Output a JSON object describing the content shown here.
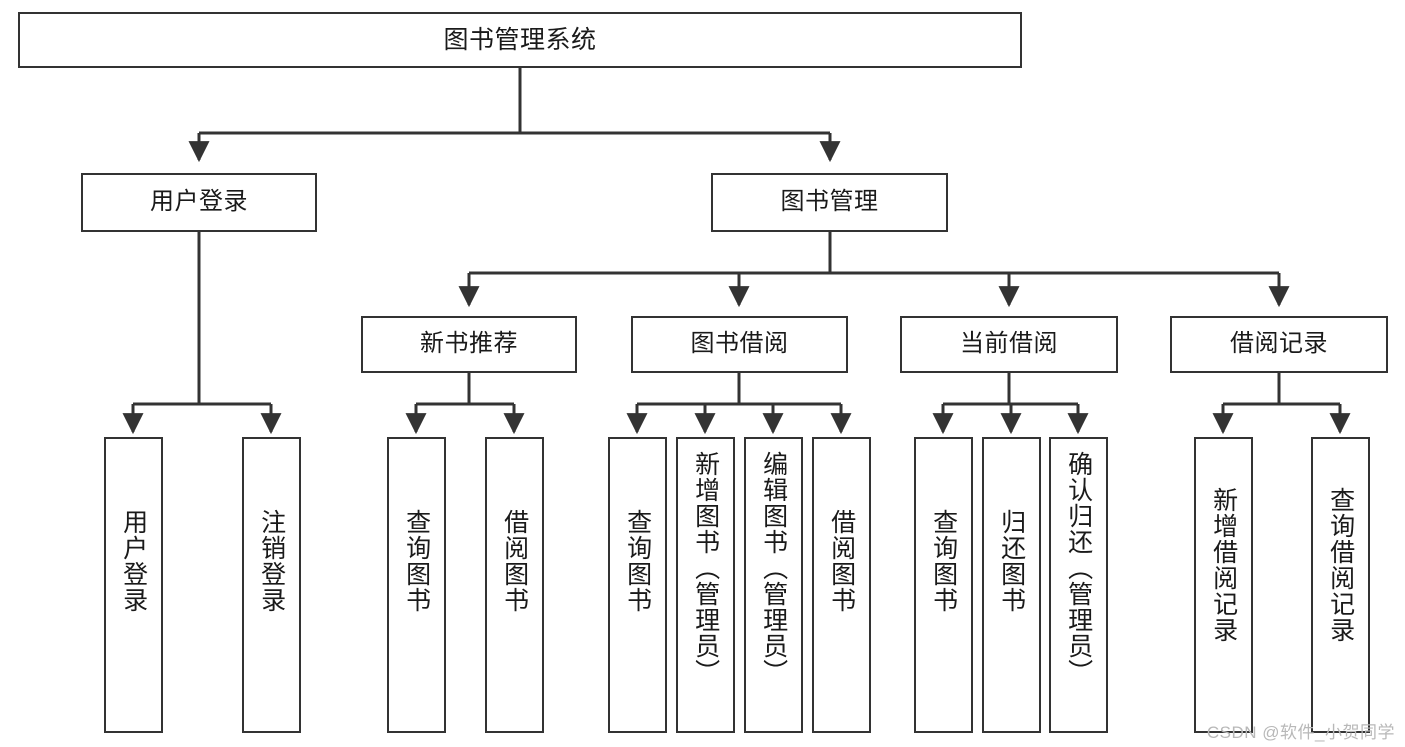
{
  "diagram": {
    "title": "图书管理系统",
    "type": "tree-hierarchy-diagram",
    "colors": {
      "box_border": "#333333",
      "box_fill": "#ffffff",
      "connector": "#333333",
      "text": "#1a1a1a",
      "watermark": "#b8b8b8",
      "background": "#ffffff"
    },
    "root": {
      "label": "图书管理系统"
    },
    "level2": [
      {
        "label": "用户登录"
      },
      {
        "label": "图书管理"
      }
    ],
    "level3": [
      {
        "label": "新书推荐"
      },
      {
        "label": "图书借阅"
      },
      {
        "label": "当前借阅"
      },
      {
        "label": "借阅记录"
      }
    ],
    "leaves": [
      {
        "label": "用户登录"
      },
      {
        "label": "注销登录"
      },
      {
        "label": "查询图书"
      },
      {
        "label": "借阅图书"
      },
      {
        "label": "查询图书"
      },
      {
        "label": "新增图书（管理员）"
      },
      {
        "label": "编辑图书（管理员）"
      },
      {
        "label": "借阅图书"
      },
      {
        "label": "查询图书"
      },
      {
        "label": "归还图书"
      },
      {
        "label": "确认归还（管理员）"
      },
      {
        "label": "新增借阅记录"
      },
      {
        "label": "查询借阅记录"
      }
    ]
  },
  "watermark": {
    "text": "CSDN @软件_小贺同学"
  }
}
